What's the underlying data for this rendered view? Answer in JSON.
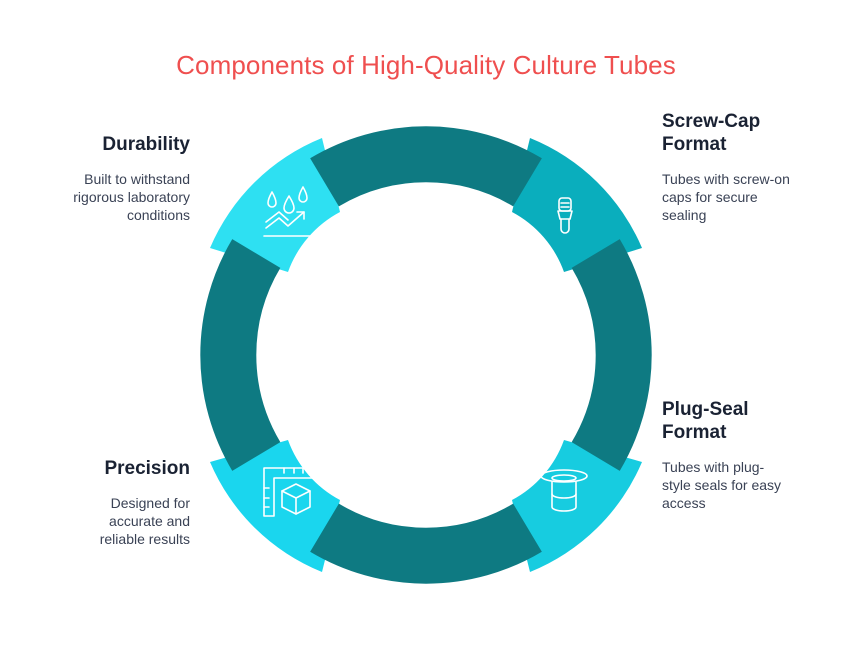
{
  "title": "Components of High-Quality Culture Tubes",
  "colors": {
    "title": "#ef4f4f",
    "ring": "#0e7a82",
    "tab_durability": "#2ee0f2",
    "tab_screw_cap": "#0aaebd",
    "tab_plug_seal": "#17cce0",
    "tab_precision": "#1ad6ee",
    "icon_stroke": "#ffffff",
    "heading_text": "#1a2233",
    "body_text": "#3a4255"
  },
  "components": [
    {
      "id": "durability",
      "heading": "Durability",
      "description": "Built to withstand rigorous laboratory conditions",
      "description_lines": [
        "Built to withstand",
        "rigorous laboratory",
        "conditions"
      ],
      "icon": "water-drops-trend-icon"
    },
    {
      "id": "screw-cap",
      "heading_lines": [
        "Screw-Cap",
        "Format"
      ],
      "description_lines": [
        "Tubes with screw-on",
        "caps for secure",
        "sealing"
      ],
      "icon": "screw-cap-tube-icon"
    },
    {
      "id": "plug-seal",
      "heading_lines": [
        "Plug-Seal",
        "Format"
      ],
      "description_lines": [
        "Tubes with plug-",
        "style seals for easy",
        "access"
      ],
      "icon": "plug-seal-tube-icon"
    },
    {
      "id": "precision",
      "heading": "Precision",
      "description_lines": [
        "Designed for",
        "accurate and",
        "reliable results"
      ],
      "icon": "ruler-cube-icon"
    }
  ]
}
